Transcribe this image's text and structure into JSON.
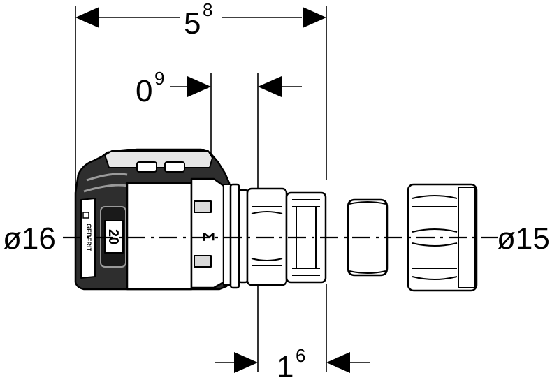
{
  "dimensions": {
    "total_length": {
      "main": "5",
      "sup": "8"
    },
    "insertion_depth": {
      "main": "0",
      "sup": "9"
    },
    "thread_length": {
      "main": "1",
      "sup": "6"
    }
  },
  "diameters": {
    "left": "ø16",
    "right": "ø15"
  },
  "fitting": {
    "brand_text": "GEBERIT",
    "size_label": "20",
    "marking_glyph": "Σ"
  },
  "colors": {
    "stroke": "#000000",
    "fill_dark": "#333333",
    "fill_mid": "#9a9a9a",
    "fill_light": "#d9d9d9",
    "background": "#ffffff"
  }
}
